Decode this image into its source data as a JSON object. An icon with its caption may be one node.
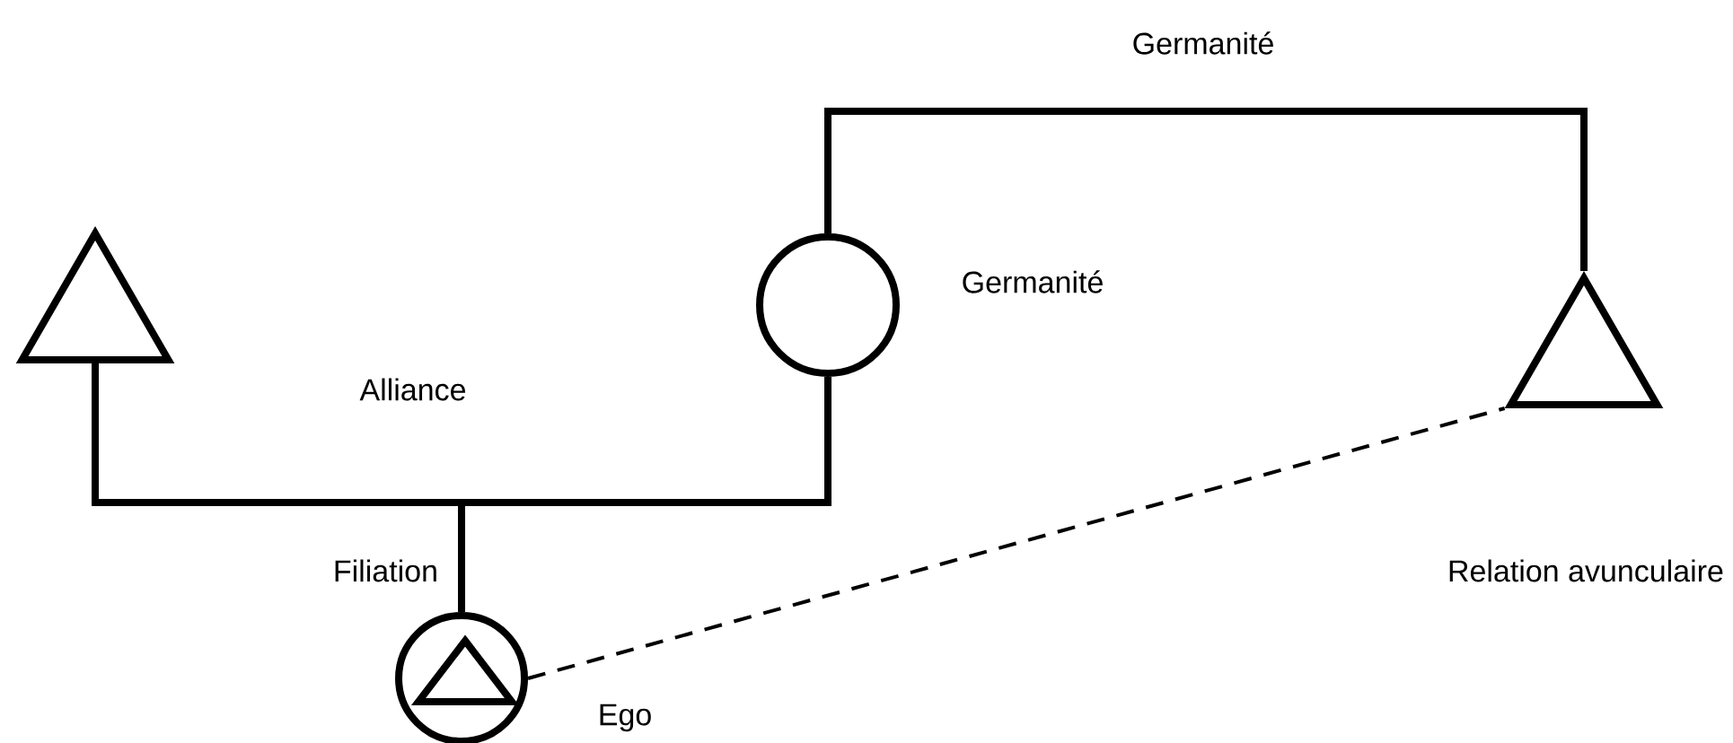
{
  "diagram": {
    "nodes": [
      {
        "text": [],
        "shape": "triangle"
      },
      {
        "text": [],
        "shape": "circle"
      },
      {
        "text": [],
        "shape": "triangle"
      },
      {
        "text": [],
        "shape": "circle",
        "beside": [
          "Ego"
        ]
      }
    ],
    "edges": [
      {
        "from": 0,
        "to": 1,
        "arrow": "none",
        "label": "Alliance"
      },
      {
        "from": 1,
        "to": 2,
        "arrow": "none",
        "label": "Germanité"
      },
      {
        "from": null,
        "to": 3,
        "arrow": "none",
        "label": "Filiation"
      },
      {
        "from": 3,
        "to": 2,
        "arrow": "none",
        "style": "dashed",
        "label": "Relation avunculaire"
      }
    ],
    "labels": [
      "Germanité"
    ]
  }
}
